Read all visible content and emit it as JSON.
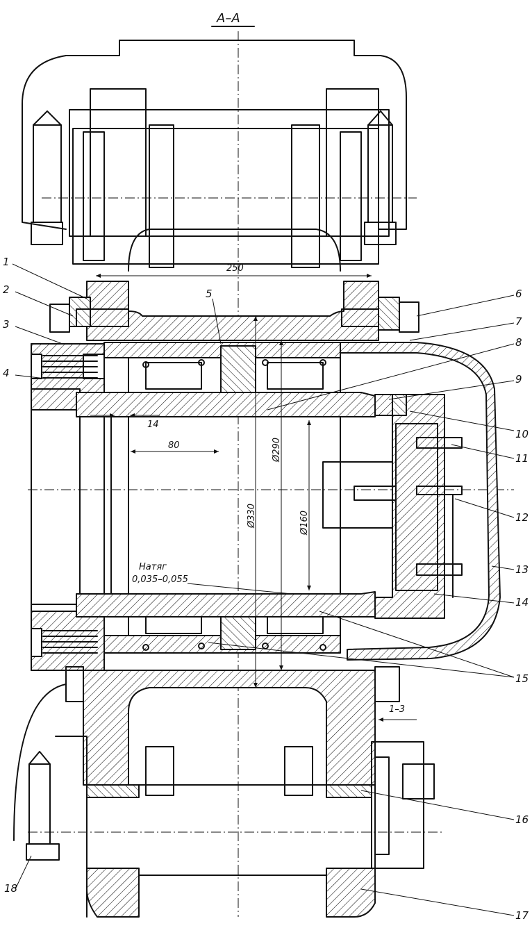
{
  "section_title": "А–А",
  "dimensions": {
    "d250": "250",
    "d14": "14",
    "d80": "80",
    "d330": "Ø330",
    "d290": "Ø290",
    "d160": "Ø160"
  },
  "interference_note": {
    "line1": "Натяг",
    "line2": "0,035–0,055"
  },
  "section_marker": "1–3",
  "callouts": [
    "1",
    "2",
    "3",
    "4",
    "5",
    "6",
    "7",
    "8",
    "9",
    "10",
    "11",
    "12",
    "13",
    "14",
    "15",
    "16",
    "17",
    "18"
  ]
}
